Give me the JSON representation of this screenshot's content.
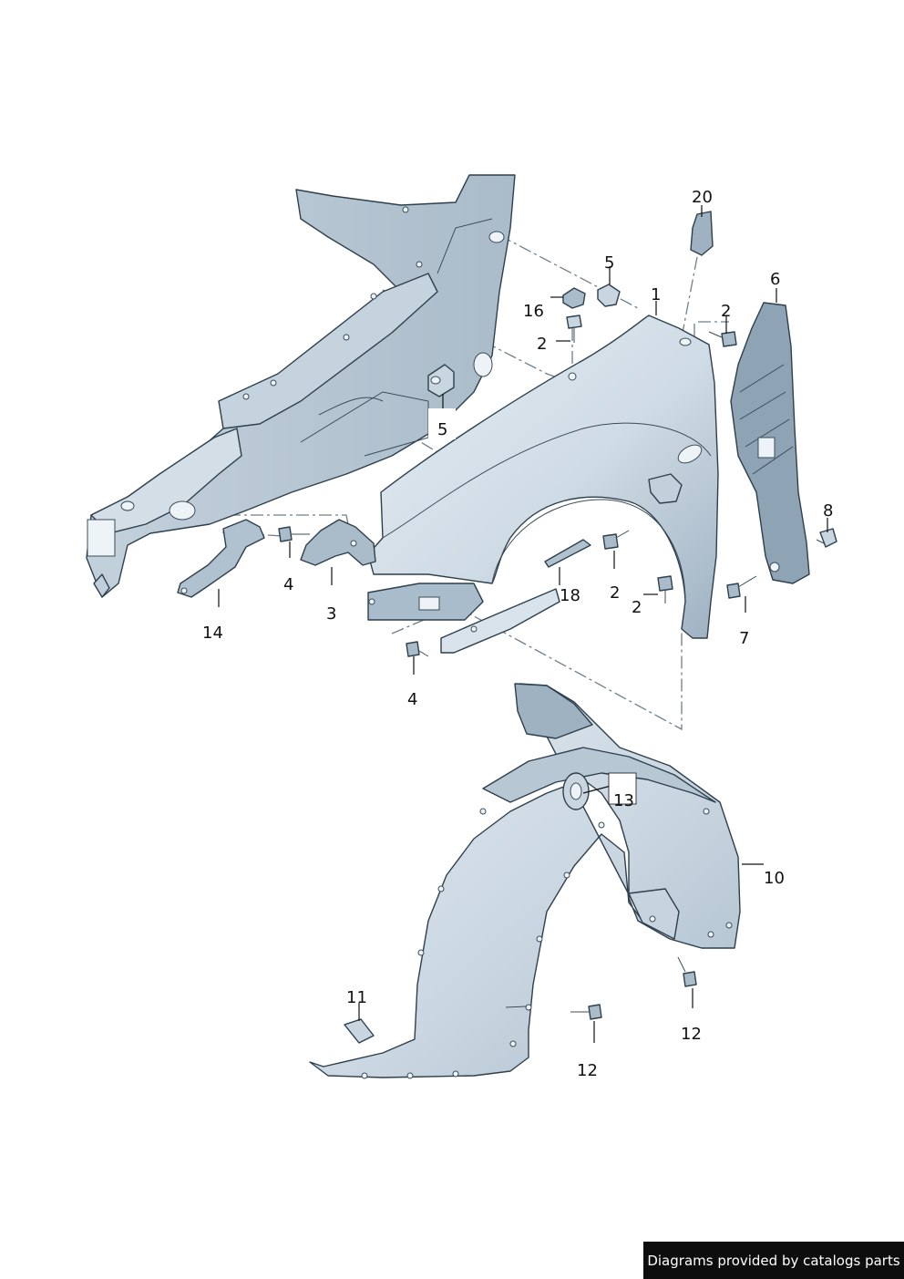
{
  "callouts": {
    "c1": "1",
    "c2a": "2",
    "c2b": "2",
    "c2c": "2",
    "c2d": "2",
    "c3": "3",
    "c4a": "4",
    "c4b": "4",
    "c5a": "5",
    "c5b": "5",
    "c6": "6",
    "c7": "7",
    "c8": "8",
    "c10": "10",
    "c11": "11",
    "c12a": "12",
    "c12b": "12",
    "c13": "13",
    "c14": "14",
    "c16": "16",
    "c18": "18",
    "c20": "20"
  },
  "colors": {
    "part_light": "#dfe8ef",
    "part_mid": "#b7c7d4",
    "part_dark": "#8ea3b4",
    "outline": "#2e3f4d"
  },
  "footer": {
    "credit": "Diagrams provided by catalogs parts"
  }
}
